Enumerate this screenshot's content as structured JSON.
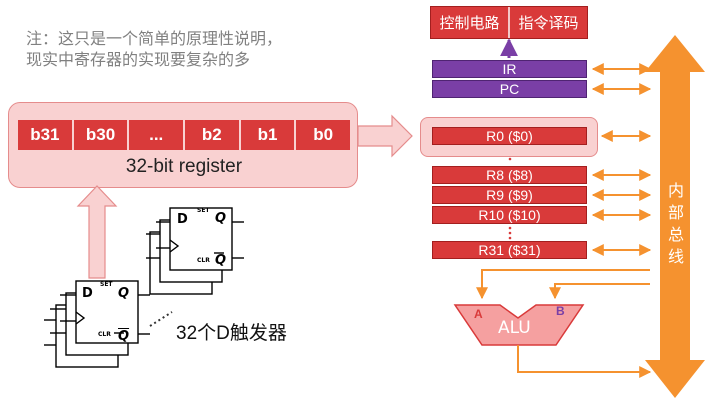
{
  "note": {
    "line1": "注：这只是一个简单的原理性说明，",
    "line2": "现实中寄存器的实现要复杂的多"
  },
  "register": {
    "bits": [
      "b31",
      "b30",
      "...",
      "b2",
      "b1",
      "b0"
    ],
    "label": "32-bit register"
  },
  "flipflops": {
    "label": "32个D触发器",
    "d": "D",
    "q": "Q",
    "qbar": "Q",
    "set": "SET",
    "clr": "CLR"
  },
  "control": {
    "left": "控制电路",
    "right": "指令译码"
  },
  "special_registers": [
    {
      "label": "IR"
    },
    {
      "label": "PC"
    }
  ],
  "registers": [
    {
      "label": "R0 ($0)"
    },
    {
      "label": "R8 ($8)"
    },
    {
      "label": "R9 ($9)"
    },
    {
      "label": "R10 ($10)"
    },
    {
      "label": "R31 ($31)"
    }
  ],
  "bus": {
    "label": "内部总线",
    "chars": [
      "内",
      "部",
      "总",
      "线"
    ]
  },
  "alu": {
    "label": "ALU",
    "input_a": "A",
    "input_b": "B"
  },
  "colors": {
    "register_red": "#d93a3a",
    "purple": "#7a3fa6",
    "bus_orange": "#f5922f",
    "highlight_pink": "#f9d1d1"
  }
}
